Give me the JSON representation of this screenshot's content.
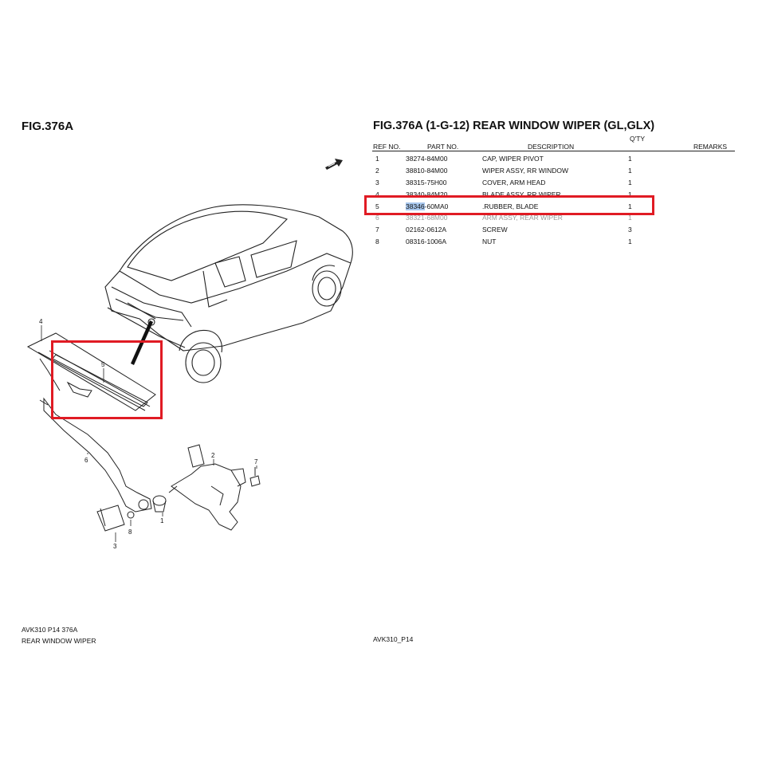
{
  "left": {
    "fig_title": "FIG.376A",
    "callouts": [
      "1",
      "2",
      "3",
      "4",
      "5",
      "6",
      "7",
      "8"
    ],
    "footer_line1": "AVK310 P14 376A",
    "footer_line2": "REAR WINDOW WIPER"
  },
  "right": {
    "title": "FIG.376A (1-G-12) REAR WINDOW WIPER (GL,GLX)",
    "columns": {
      "ref": "REF NO.",
      "part": "PART NO.",
      "desc": "DESCRIPTION",
      "qty": "Q'TY",
      "remarks": "REMARKS"
    },
    "rows": [
      {
        "ref": "1",
        "part": "38274-84M00",
        "desc": "CAP, WIPER PIVOT",
        "qty": "1"
      },
      {
        "ref": "2",
        "part": "38810-84M00",
        "desc": "WIPER ASSY, RR WINDOW",
        "qty": "1"
      },
      {
        "ref": "3",
        "part": "38315-75H00",
        "desc": "COVER, ARM HEAD",
        "qty": "1"
      },
      {
        "ref": "4",
        "part": "38340-84M20",
        "desc": "BLADE ASSY, RR WIPER",
        "qty": "1"
      },
      {
        "ref": "5",
        "part_highlight": "38346",
        "part_rest": "-60MA0",
        "desc": ".RUBBER, BLADE",
        "qty": "1"
      },
      {
        "ref": "6",
        "part": "38321-68M00",
        "desc": "ARM ASSY, REAR WIPER",
        "qty": "1"
      },
      {
        "ref": "7",
        "part": "02162-0612A",
        "desc": "SCREW",
        "qty": "3"
      },
      {
        "ref": "8",
        "part": "08316-1006A",
        "desc": "NUT",
        "qty": "1"
      }
    ],
    "footer": "AVK310_P14"
  },
  "colors": {
    "highlight_box": "#e01b24",
    "selection": "#a9c8ee"
  }
}
